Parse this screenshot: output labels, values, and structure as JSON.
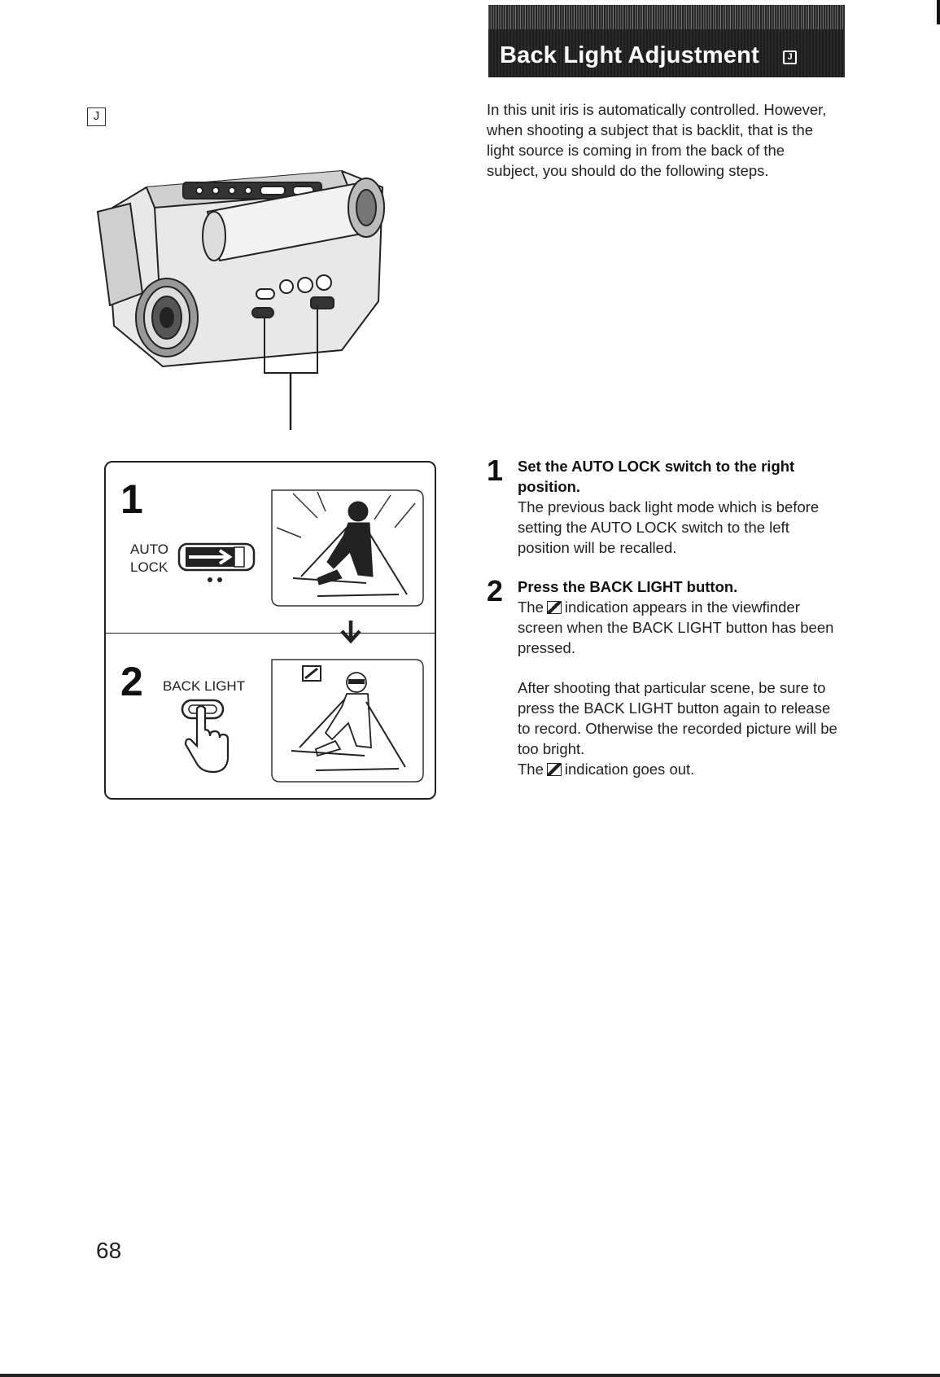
{
  "header": {
    "title": "Back Light Adjustment",
    "section_letter": "J"
  },
  "section_mark": "J",
  "intro": "In this unit iris is automatically controlled. However, when shooting a subject that is backlit, that is the light source is coming in from the back of the subject, you should do the following steps.",
  "steps": [
    {
      "number": "1",
      "heading": "Set the AUTO LOCK switch to the right position.",
      "text": "The previous back light mode which is before setting the AUTO LOCK switch to the left position will be recalled."
    },
    {
      "number": "2",
      "heading": "Press the BACK LIGHT button.",
      "text_before": "The",
      "text_after": "indication appears in the viewfinder screen when the BACK LIGHT button has been pressed.",
      "after_text": "After shooting that particular scene, be sure to press the BACK LIGHT button again to release to record. Otherwise the recorded picture will be too bright.",
      "goes_out_before": "The",
      "goes_out_after": "indication goes out."
    }
  ],
  "figure": {
    "step1_number": "1",
    "auto_label": "AUTO",
    "lock_label": "LOCK",
    "step2_number": "2",
    "back_light_label": "BACK LIGHT"
  },
  "page_number": "68"
}
